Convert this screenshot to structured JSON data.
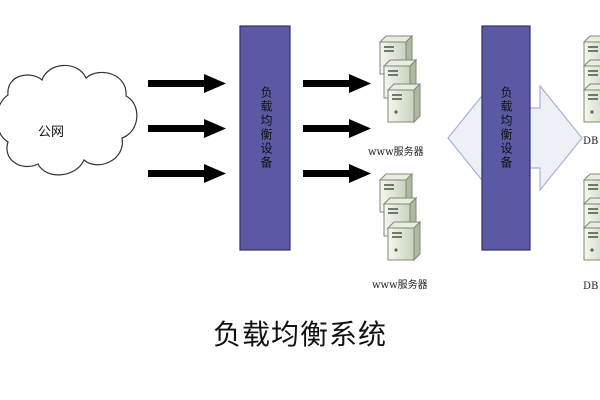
{
  "diagram": {
    "cloud_label": "公网",
    "lb1_label": "负载均衡设备",
    "lb2_label": "负载均衡设备",
    "www_top_label": "www服务器",
    "www_bottom_label": "www服务器",
    "db_top_label": "DB",
    "db_bottom_label": "DB",
    "caption": "负载均衡系统"
  },
  "colors": {
    "lb_fill": "#5a5aa4",
    "arrow": "#000000",
    "double_arrow_fill": "#eef0f8",
    "double_arrow_stroke": "#a9b1d3"
  }
}
